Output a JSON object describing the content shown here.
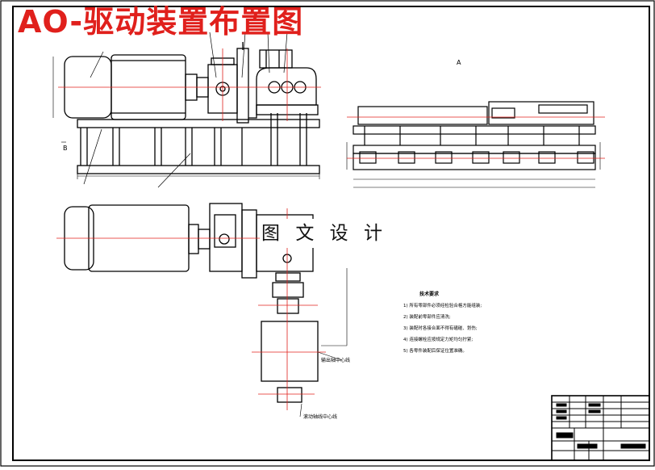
{
  "drawing": {
    "title": "AO-驱动装置布置图",
    "watermark": "图 文 设 计",
    "label_a": "A",
    "label_b": "B",
    "notes_heading": "技术要求",
    "notes": [
      "1) 所有零部件必须经检验合格方能组装;",
      "2) 装配前零部件应清洗;",
      "3) 装配时各接合面不得有磕碰、划伤;",
      "4) 连接螺栓应按规定力矩均匀拧紧;",
      "5) 各零件装配后保证位置准确。"
    ],
    "callout_1": "输出轴中心线",
    "callout_2": "滚动轴线中心线"
  },
  "colors": {
    "line": "#000000",
    "centerline": "#e0201c",
    "title": "#e0201c",
    "paper": "#ffffff"
  }
}
